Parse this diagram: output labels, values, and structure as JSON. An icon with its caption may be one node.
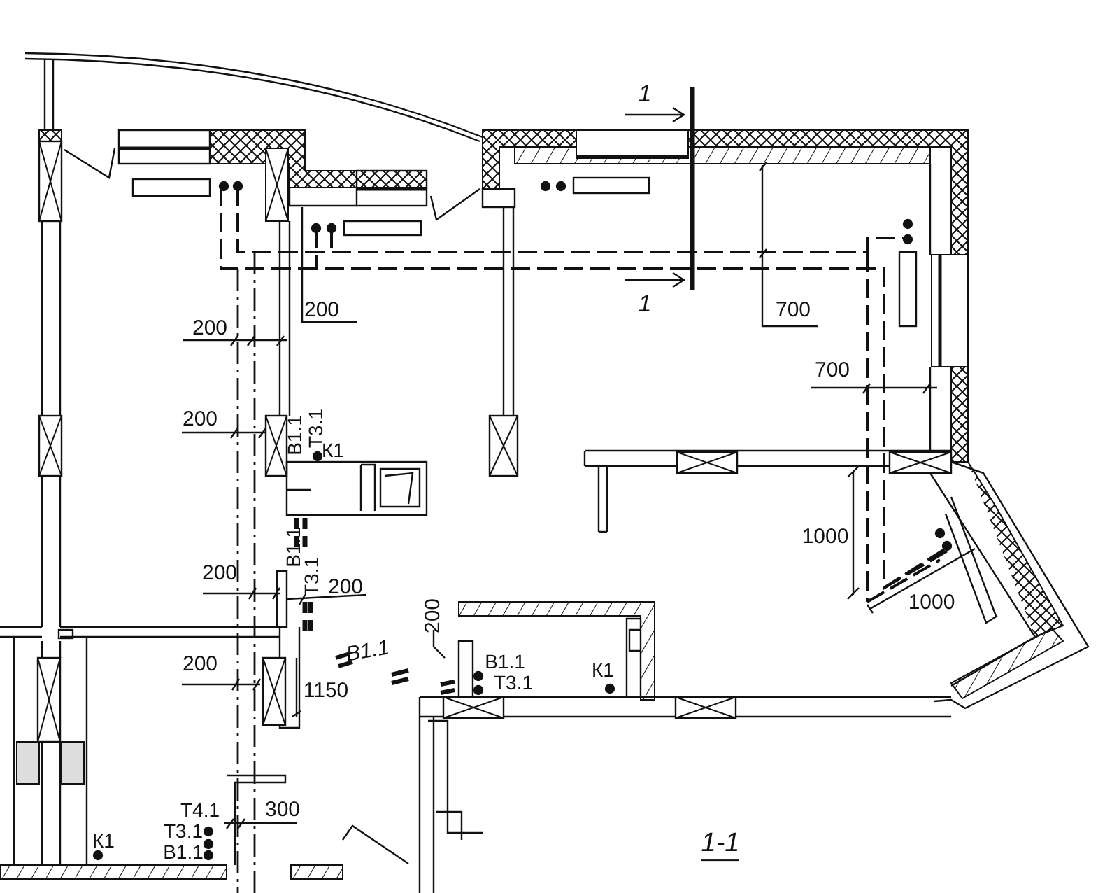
{
  "diagram": {
    "labels": [
      "1",
      "200",
      "1",
      "700",
      "200",
      "700",
      "200",
      "В1.1",
      "Т3.1",
      "К1",
      "1000",
      "В1.1",
      "Т3.1",
      "200",
      "200",
      "1000",
      "200",
      "200",
      "В1.1",
      "В1.1",
      "К1",
      "Т3.1",
      "1150",
      "Т4.1",
      "300",
      "Т3.1",
      "К1",
      "В1.1",
      "1-1"
    ]
  }
}
